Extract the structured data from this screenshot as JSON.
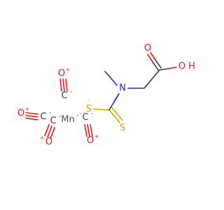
{
  "molecule": {
    "atoms": {
      "o1": "O",
      "c1": "C",
      "o2": "O",
      "c2": "C",
      "mn": "Mn",
      "s1": "S",
      "s2": "S",
      "n1": "N",
      "o_carbonyl": "O",
      "oh": "O",
      "h": "H",
      "o3": "O",
      "c3": "C",
      "o4": "O",
      "c4": "C"
    },
    "charges": {
      "o1": "+",
      "c1": "-",
      "o2": "+",
      "c2": "-",
      "s1": "-",
      "o3": "+",
      "c3": "-",
      "o4": "+",
      "c4": "-"
    },
    "colors": {
      "carbon": "#3c3c3c",
      "oxygen": "#ff0d0d",
      "sulfur": "#c8a800",
      "nitrogen": "#2323ff",
      "metal": "#555555"
    }
  }
}
